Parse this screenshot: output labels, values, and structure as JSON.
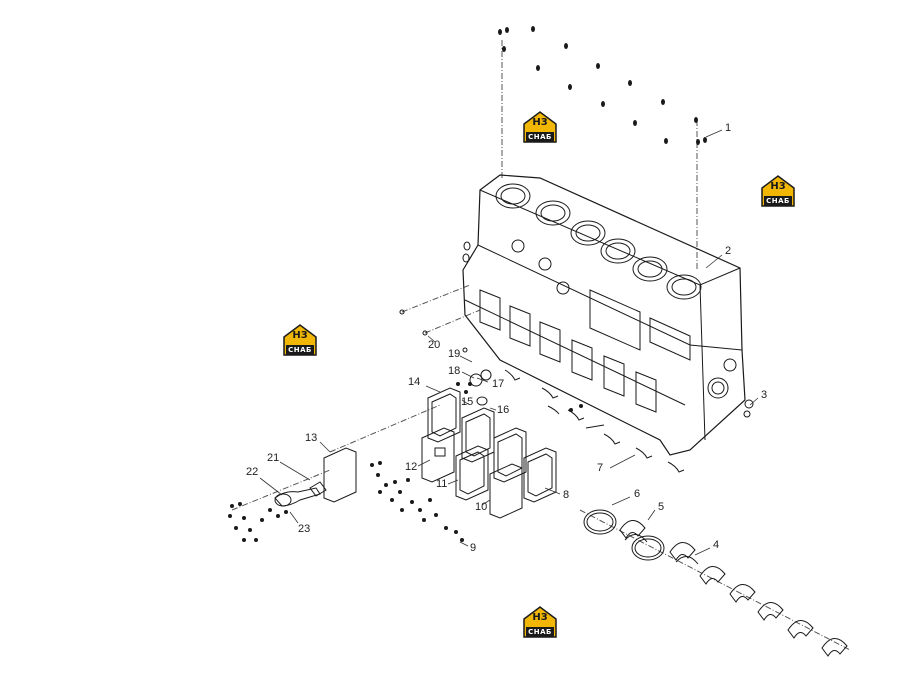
{
  "diagram": {
    "callouts": [
      {
        "id": "c1",
        "text": "1"
      },
      {
        "id": "c2",
        "text": "2"
      },
      {
        "id": "c3",
        "text": "3"
      },
      {
        "id": "c4",
        "text": "4"
      },
      {
        "id": "c5",
        "text": "5"
      },
      {
        "id": "c6",
        "text": "6"
      },
      {
        "id": "c7",
        "text": "7"
      },
      {
        "id": "c8",
        "text": "8"
      },
      {
        "id": "c9",
        "text": "9"
      },
      {
        "id": "c10",
        "text": "10"
      },
      {
        "id": "c11",
        "text": "11"
      },
      {
        "id": "c12",
        "text": "12"
      },
      {
        "id": "c13",
        "text": "13"
      },
      {
        "id": "c14",
        "text": "14"
      },
      {
        "id": "c15",
        "text": "15"
      },
      {
        "id": "c16",
        "text": "16"
      },
      {
        "id": "c17",
        "text": "17"
      },
      {
        "id": "c18",
        "text": "18"
      },
      {
        "id": "c19",
        "text": "19"
      },
      {
        "id": "c20",
        "text": "20"
      },
      {
        "id": "c21",
        "text": "21"
      },
      {
        "id": "c22",
        "text": "22"
      },
      {
        "id": "c23",
        "text": "23"
      }
    ],
    "watermark": {
      "mark": "H3",
      "text": "СНАБ",
      "color_accent": "#f2b705",
      "color_dark": "#1a1a1a"
    }
  }
}
